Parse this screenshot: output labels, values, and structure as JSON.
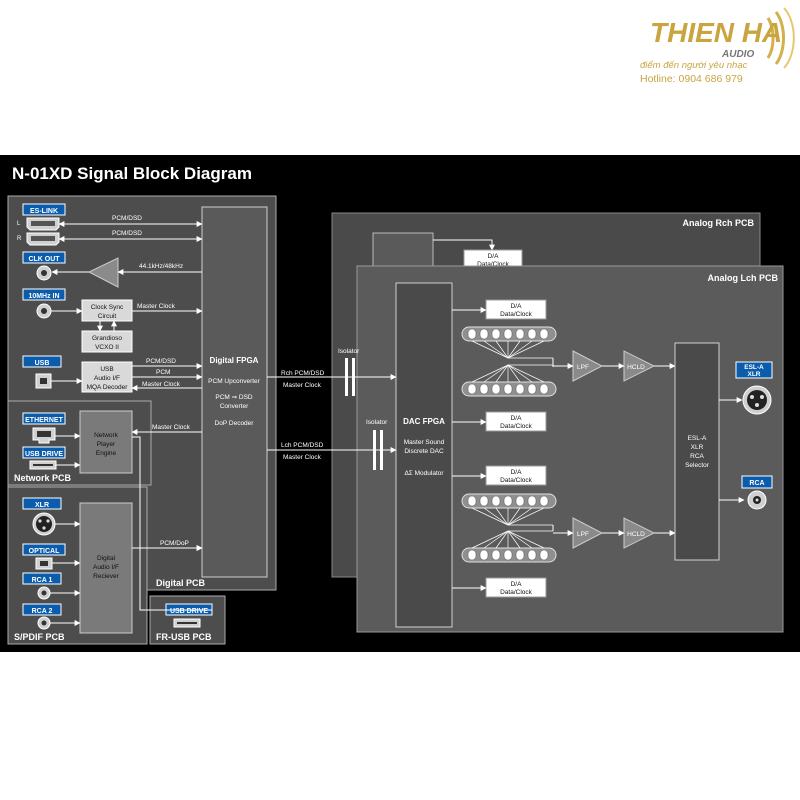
{
  "watermark": {
    "brand": "THIEN HA",
    "sub": "AUDIO",
    "slogan": "điểm đến người yêu nhạc",
    "hotline": "Hotline: 0904 686 979"
  },
  "title": "N-01XD Signal Block Diagram",
  "pcbs": {
    "digital": "Digital PCB",
    "network": "Network PCB",
    "spdif": "S/PDIF PCB",
    "frusb": "FR-USB PCB",
    "analog_r": "Analog Rch PCB",
    "analog_l": "Analog Lch PCB"
  },
  "inputs": {
    "es_link": "ES-LINK",
    "es_l": "L",
    "es_r": "R",
    "clk_out": "CLK OUT",
    "mhz10": "10MHz IN",
    "usb": "USB",
    "ethernet": "ETHERNET",
    "usb_drive": "USB DRIVE",
    "xlr": "XLR",
    "optical": "OPTICAL",
    "rca1": "RCA 1",
    "rca2": "RCA 2",
    "fr_usb_drive": "USB DRIVE"
  },
  "blocks": {
    "clock_sync": [
      "Clock Sync",
      "Circuit"
    ],
    "grandioso": [
      "Grandioso",
      "VCXO II"
    ],
    "usb_if": [
      "USB",
      "Audio I/F",
      "MQA Decoder"
    ],
    "network_player": [
      "Network",
      "Player",
      "Engine"
    ],
    "digital_if": [
      "Digital",
      "Audio I/F",
      "Reciever"
    ],
    "fpga_title": "Digital FPGA",
    "fpga_lines": [
      "PCM Upconverter",
      "PCM ⇒ DSD",
      "Converter",
      "DoP Decoder"
    ],
    "isolator": "Isolator",
    "dac_title": "DAC FPGA",
    "dac_lines": [
      "Master Sound",
      "Discrete DAC"
    ],
    "dac_mod": "ΔΣ Modulator",
    "da": "D/A",
    "data_clock": "Data/Clock",
    "lpf": "LPF",
    "hcld": "HCLD",
    "selector": [
      "ESL-A",
      "XLR",
      "RCA",
      "Selector"
    ],
    "out_esl": [
      "ESL-A",
      "XLR"
    ],
    "out_rca": "RCA"
  },
  "signals": {
    "pcm_dsd": "PCM/DSD",
    "freq": "44.1kHz/48kHz",
    "master_clock": "Master Clock",
    "pcm": "PCM",
    "pcm_dop": "PCM/DoP",
    "rch": "Rch PCM/DSD",
    "lch": "Lch PCM/DSD"
  }
}
